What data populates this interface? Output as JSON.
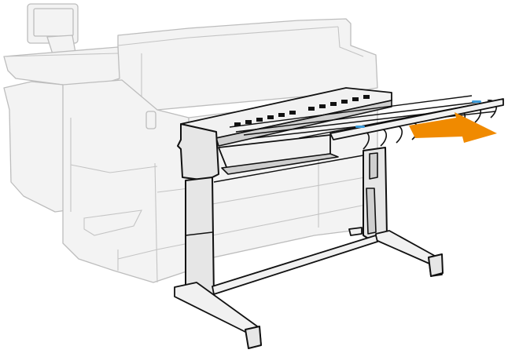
{
  "illustration": {
    "subject": "Large-format printer with output stacker",
    "highlighted_part": "Output stacker",
    "arrow_direction": "pull outward (right)",
    "colors": {
      "ghosted_body_fill": "#f3f3f3",
      "ghosted_body_stroke": "#bdbdbd",
      "stacker_fill": "#e6e6e6",
      "stacker_stroke": "#111111",
      "arrow": "#f08a00",
      "accent_blue": "#3a9ad9"
    }
  }
}
